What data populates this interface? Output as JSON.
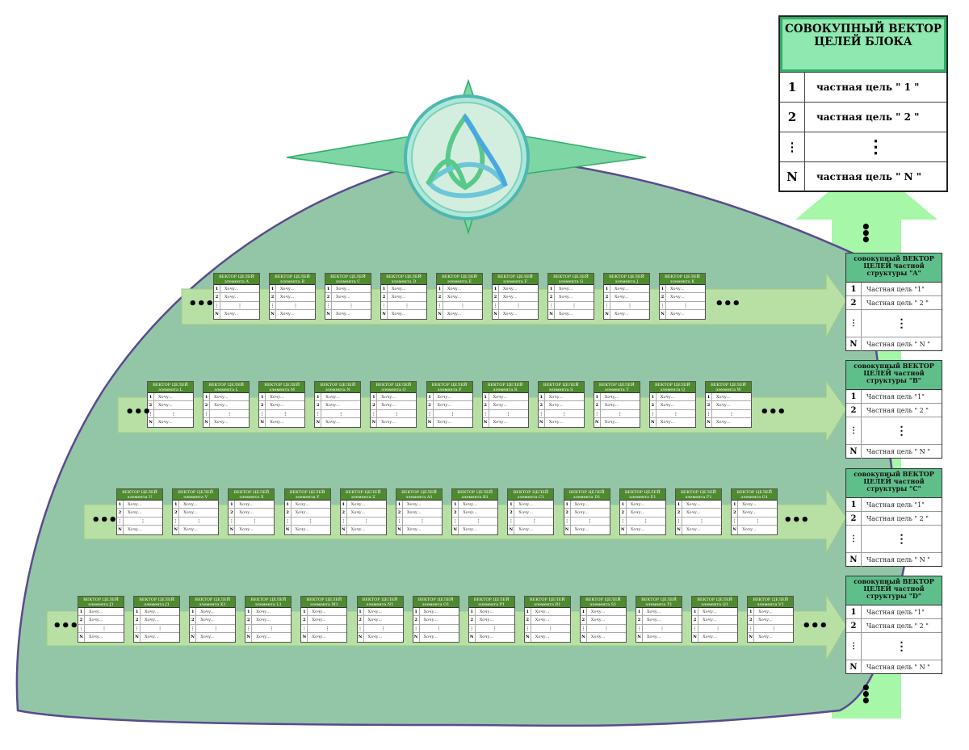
{
  "colors": {
    "dome_fill": "#93c6a6",
    "dome_stroke": "#5a4a8f",
    "band_fill": "#b8e0a4",
    "card_header": "#4e8a2e",
    "structure_header": "#5fbf8a",
    "big_arrow": "#a6f7a8",
    "total_header": "#8fe8b0"
  },
  "emblem": {
    "icon": "triquetra-icon"
  },
  "total_vector": {
    "title": "СОВОКУПНЫЙ ВЕКТОР ЦЕЛЕЙ БЛОКА",
    "rows": [
      {
        "num": "1",
        "text": "частная цель \" 1 \""
      },
      {
        "num": "2",
        "text": "частная цель \" 2 \""
      },
      {
        "num": "⋮",
        "text": "⋮"
      },
      {
        "num": "N",
        "text": "частная цель \" N \""
      }
    ]
  },
  "card_row_text": "Хочу...",
  "card_title": "ВЕКТОР ЦЕЛЕЙ",
  "rows": [
    {
      "cards": [
        "элемента A",
        "элемента B",
        "элемента C",
        "элемента D",
        "элемента E",
        "элемента F",
        "элемента G",
        "элемента J",
        "элемента K"
      ]
    },
    {
      "cards": [
        "элемента L",
        "элемента L",
        "элемента M",
        "элемента N",
        "элемента O",
        "элемента P",
        "элемента R",
        "элемента S",
        "элемента T",
        "элемента Q",
        "элемента W"
      ]
    },
    {
      "cards": [
        "элемента U",
        "элемента V",
        "элемента X",
        "элемента Y",
        "элемента Z",
        "элемента A1",
        "элемента B1",
        "элемента C1",
        "элемента D1",
        "элемента E1",
        "элемента F1",
        "элемента G1"
      ]
    },
    {
      "cards": [
        "элемента J1",
        "элемента J1",
        "элемента K1",
        "элемента L1",
        "элемента M1",
        "элемента N1",
        "элемента O1",
        "элемента P1",
        "элемента R1",
        "элемента S1",
        "элемента T1",
        "элемента Q1",
        "элемента V1"
      ]
    }
  ],
  "structures": [
    {
      "title": "совокупный ВЕКТОР ЦЕЛЕЙ частной структуры \"A\"",
      "rows": [
        {
          "num": "1",
          "text": "Частная цель \"1\""
        },
        {
          "num": "2",
          "text": "Частная цель \" 2 \""
        },
        {
          "num": "⋮",
          "text": "⋮"
        },
        {
          "num": "N",
          "text": "Частная цель \" N \""
        }
      ]
    },
    {
      "title": "совокупный ВЕКТОР ЦЕЛЕЙ частной структуры \"B\"",
      "rows": [
        {
          "num": "1",
          "text": "Частная цель \"1\""
        },
        {
          "num": "2",
          "text": "Частная цель \" 2 \""
        },
        {
          "num": "⋮",
          "text": "⋮"
        },
        {
          "num": "N",
          "text": "Частная цель \" N \""
        }
      ]
    },
    {
      "title": "совокупный ВЕКТОР ЦЕЛЕЙ частной структуры \"C\"",
      "rows": [
        {
          "num": "1",
          "text": "Частная цель \"1\""
        },
        {
          "num": "2",
          "text": "Частная цель \" 2 \""
        },
        {
          "num": "⋮",
          "text": "⋮"
        },
        {
          "num": "N",
          "text": "Частная цель \" N \""
        }
      ]
    },
    {
      "title": "совокупный ВЕКТОР ЦЕЛЕЙ частной структуры \"D\"",
      "rows": [
        {
          "num": "1",
          "text": "Частная цель \"1\""
        },
        {
          "num": "2",
          "text": "Частная цель \" 2 \""
        },
        {
          "num": "⋮",
          "text": "⋮"
        },
        {
          "num": "N",
          "text": "Частная цель \" N \""
        }
      ]
    }
  ]
}
